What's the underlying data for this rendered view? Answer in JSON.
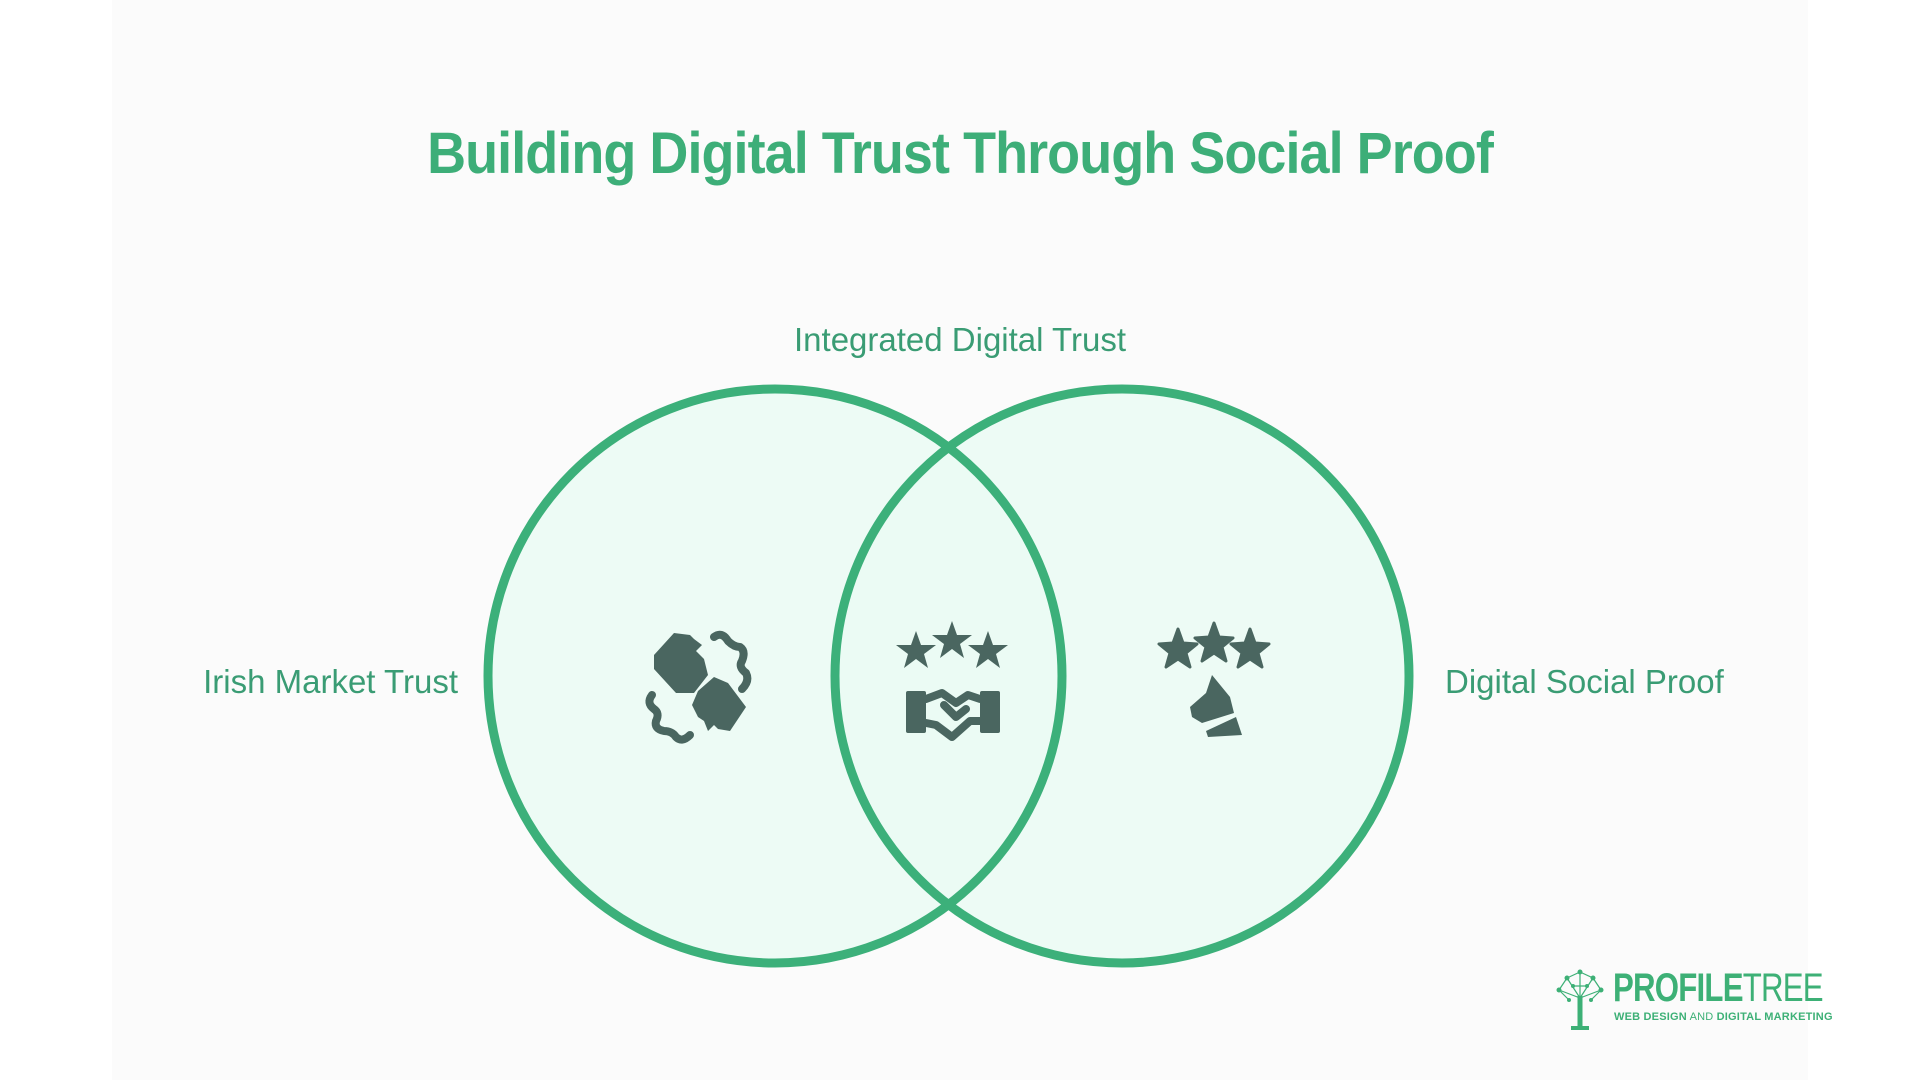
{
  "title": "Building Digital Trust Through Social Proof",
  "venn": {
    "sets": [
      {
        "id": "left",
        "label": "Irish Market Trust",
        "icon": "puzzle-connection-icon"
      },
      {
        "id": "intersection",
        "label": "Integrated Digital Trust",
        "icon": "stars-handshake-icon"
      },
      {
        "id": "right",
        "label": "Digital Social Proof",
        "icon": "stars-rating-hand-icon"
      }
    ]
  },
  "colors": {
    "title": "#3dae78",
    "label": "#3a9c74",
    "circle_stroke": "#3cb07a",
    "circle_fill": "#eafaf3",
    "icon": "#4a6660",
    "panel_bg": "#fbfbfb"
  },
  "logo": {
    "name_bold": "PROFILE",
    "name_thin": "TREE",
    "tagline_part1": "WEB DESIGN",
    "tagline_part2": "AND",
    "tagline_part3": "DIGITAL MARKETING"
  }
}
